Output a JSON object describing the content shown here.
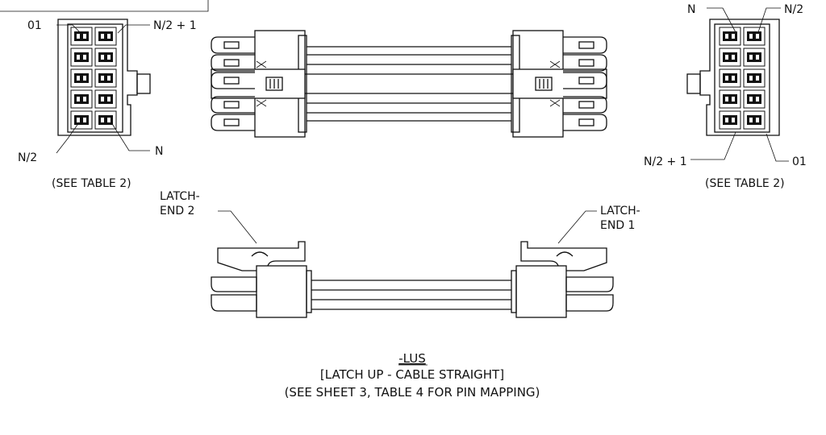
{
  "pin_labels": {
    "left_top_left": "01",
    "left_top_right": "N/2 + 1",
    "left_bottom_left": "N/2",
    "left_bottom_right": "N",
    "right_top_left": "N",
    "right_top_right": "N/2",
    "right_bottom_left": "N/2 + 1",
    "right_bottom_right": "01"
  },
  "see_table_left": "(SEE TABLE 2)",
  "see_table_right": "(SEE TABLE 2)",
  "latch_end2": {
    "line1": "LATCH-",
    "line2": "END 2"
  },
  "latch_end1": {
    "line1": "LATCH-",
    "line2": "END 1"
  },
  "caption": {
    "option_code": "-LUS",
    "description": "[LATCH UP - CABLE STRAIGHT]",
    "note": "(SEE SHEET 3, TABLE 4 FOR PIN MAPPING)"
  },
  "connector": {
    "rows": 5,
    "cols": 2
  }
}
